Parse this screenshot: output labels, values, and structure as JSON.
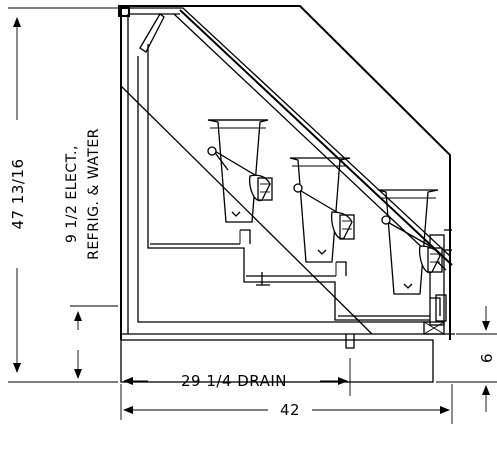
{
  "dimensions": {
    "height_overall": "47 13/16",
    "utility_height_line1": "9 1/2 ELECT.,",
    "utility_height_line2": "REFRIG. & WATER",
    "drain_distance": "29 1/4 DRAIN",
    "width_overall": "42",
    "base_height": "6"
  },
  "icons": {
    "arrowhead": "arrowhead-icon"
  }
}
